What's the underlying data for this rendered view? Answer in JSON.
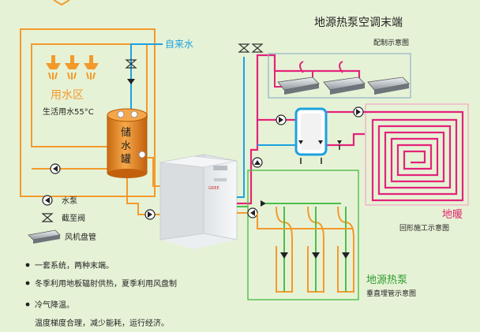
{
  "title": "地源热泵空调末端",
  "subtitle": "配制示意图",
  "tap_water": "自来水",
  "use_zone": "用水区",
  "hot_water": "生活用水55°C",
  "tank_chars": [
    "储",
    "水",
    "罐"
  ],
  "floor_heating": "地暖",
  "floor_heating_caption": "回形施工示意图",
  "ground_source": "地源热泵",
  "ground_source_caption": "垂直埋管示意图",
  "legend": {
    "pump": "水泵",
    "valve": "截至阀",
    "fan_coil": "风机盘管"
  },
  "notes": {
    "line1": "一套系统，两种末端。",
    "line2": "冬季利用地板辐射供热，夏季利用风盘制",
    "line3": "冷气降温。",
    "line4": "温度梯度合理，减少能耗，运行经济。"
  },
  "colors": {
    "background": "#e6f2d6",
    "hot_pipe": "#f39a2b",
    "cold_pipe": "#e3237a",
    "supply_pipe": "#1da1e0",
    "green_frame": "#4cbf4a",
    "title_green": "#2e9a2e",
    "title_red": "#e0246e"
  }
}
